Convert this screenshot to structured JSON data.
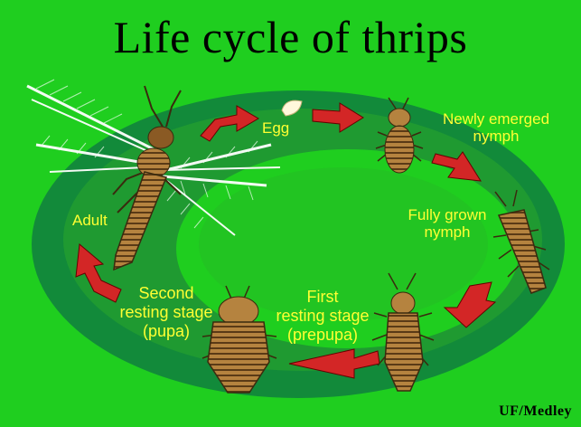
{
  "title": "Life cycle of thrips",
  "stages": {
    "egg": "Egg",
    "newly_emerged_nymph": [
      "Newly emerged",
      "nymph"
    ],
    "fully_grown_nymph": [
      "Fully grown",
      "nymph"
    ],
    "first_resting_stage": [
      "First",
      "resting stage",
      "(prepupa)"
    ],
    "second_resting_stage": [
      "Second",
      "resting stage",
      "(pupa)"
    ],
    "adult": "Adult"
  },
  "credit": "UF/Medley",
  "colors": {
    "background": "#1fce1f",
    "ring": "#128a3a",
    "label": "#ffff33",
    "arrow": "#d32626",
    "insect": "#b5833f"
  }
}
